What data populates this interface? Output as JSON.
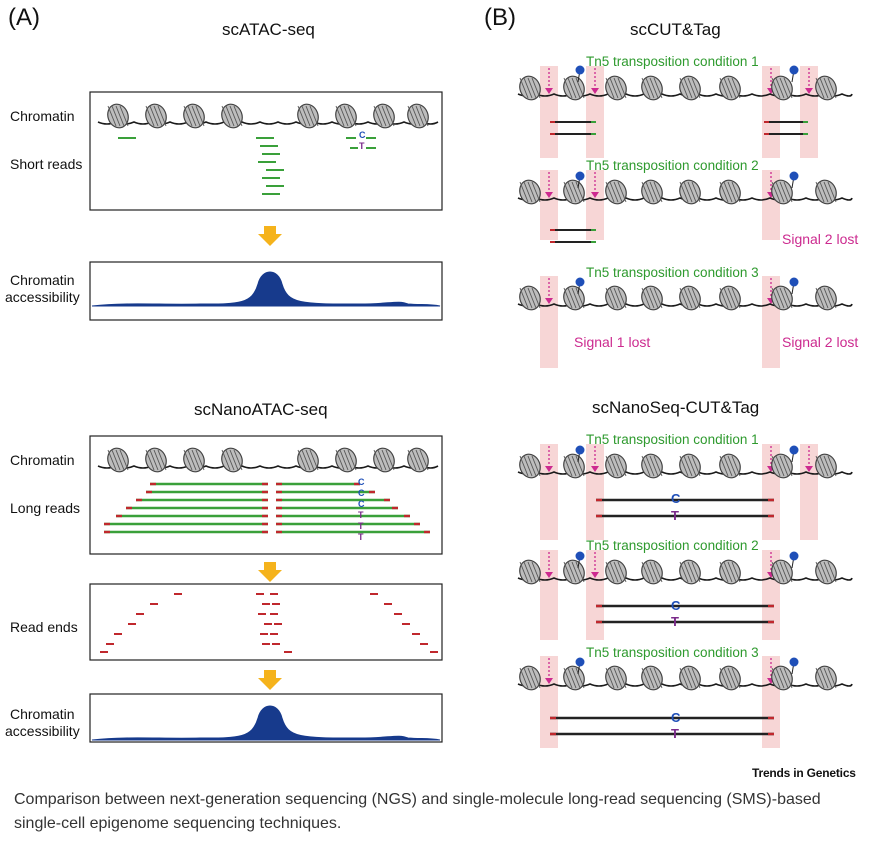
{
  "panel_a": {
    "label": "(A)",
    "title_top": "scATAC-seq",
    "title_bottom": "scNanoATAC-seq",
    "rows": {
      "chromatin": "Chromatin",
      "short_reads": "Short reads",
      "long_reads": "Long reads",
      "read_ends": "Read ends",
      "accessibility_line1": "Chromatin",
      "accessibility_line2": "accessibility"
    },
    "variant_c": "C",
    "variant_t": "T"
  },
  "panel_b": {
    "label": "(B)",
    "title_top": "scCUT&Tag",
    "title_bottom": "scNanoSeq-CUT&Tag",
    "condition_1": "Tn5 transposition condition 1",
    "condition_2": "Tn5 transposition condition 2",
    "condition_3": "Tn5 transposition condition 3",
    "signal_1_lost": "Signal 1 lost",
    "signal_2_lost": "Signal 2 lost",
    "variant_c": "C",
    "variant_t": "T"
  },
  "credit": "Trends in Genetics",
  "caption": "Comparison between next-generation sequencing (NGS) and single-molecule long-read sequencing (SMS)-based single-cell epigenome sequencing techniques.",
  "colors": {
    "read_green": "#3aa03a",
    "read_end_red": "#c0282d",
    "arrow_orange": "#f5b31c",
    "peak_blue": "#173a8c",
    "highlight_pink": "#f7d6d6",
    "tn5_magenta": "#cc2a8f",
    "mark_blue": "#1f4fb8",
    "nucleosome_gray": "#9a9a9a"
  }
}
